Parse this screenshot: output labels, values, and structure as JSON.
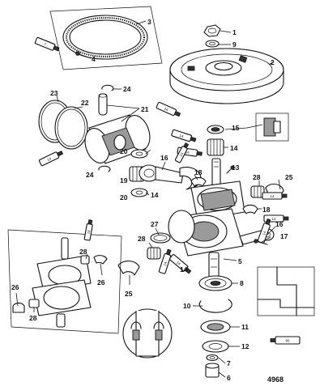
{
  "figure_number": "4968",
  "callouts": [
    {
      "id": "c1",
      "label": "1"
    },
    {
      "id": "c2",
      "label": "2"
    },
    {
      "id": "c3",
      "label": "3"
    },
    {
      "id": "c4",
      "label": "4"
    },
    {
      "id": "c5",
      "label": "5"
    },
    {
      "id": "c6",
      "label": "6"
    },
    {
      "id": "c7",
      "label": "7"
    },
    {
      "id": "c8",
      "label": "8"
    },
    {
      "id": "c9",
      "label": "9"
    },
    {
      "id": "c10",
      "label": "10"
    },
    {
      "id": "c11",
      "label": "11"
    },
    {
      "id": "c12",
      "label": "12"
    },
    {
      "id": "c13",
      "label": "13"
    },
    {
      "id": "c14a",
      "label": "14"
    },
    {
      "id": "c14b",
      "label": "14"
    },
    {
      "id": "c14c",
      "label": "14"
    },
    {
      "id": "c15",
      "label": "15"
    },
    {
      "id": "c16a",
      "label": "16"
    },
    {
      "id": "c16b",
      "label": "16"
    },
    {
      "id": "c17",
      "label": "17"
    },
    {
      "id": "c18a",
      "label": "18"
    },
    {
      "id": "c18b",
      "label": "18"
    },
    {
      "id": "c19",
      "label": "19"
    },
    {
      "id": "c20a",
      "label": "20"
    },
    {
      "id": "c20b",
      "label": "20"
    },
    {
      "id": "c21",
      "label": "21"
    },
    {
      "id": "c22",
      "label": "22"
    },
    {
      "id": "c23",
      "label": "23"
    },
    {
      "id": "c24a",
      "label": "24"
    },
    {
      "id": "c24b",
      "label": "24"
    },
    {
      "id": "c25a",
      "label": "25"
    },
    {
      "id": "c25b",
      "label": "25"
    },
    {
      "id": "c26a",
      "label": "26"
    },
    {
      "id": "c26b",
      "label": "26"
    },
    {
      "id": "c27",
      "label": "27"
    },
    {
      "id": "c28a",
      "label": "28"
    },
    {
      "id": "c28b",
      "label": "28"
    },
    {
      "id": "c28c",
      "label": "28"
    },
    {
      "id": "c28d",
      "label": "28"
    }
  ],
  "lubricant_tubes": [
    {
      "id": "t7",
      "label": "7"
    },
    {
      "id": "t14a",
      "label": "14"
    },
    {
      "id": "t14b",
      "label": "14"
    },
    {
      "id": "t14c",
      "label": "14"
    },
    {
      "id": "t14d",
      "label": "14"
    },
    {
      "id": "t14e",
      "label": "14"
    },
    {
      "id": "t14f",
      "label": "14"
    },
    {
      "id": "t14g",
      "label": "14"
    },
    {
      "id": "t14h",
      "label": "14"
    },
    {
      "id": "t14i",
      "label": "14"
    },
    {
      "id": "t14j",
      "label": "14"
    },
    {
      "id": "t14k",
      "label": "14"
    },
    {
      "id": "t95",
      "label": "95"
    }
  ]
}
